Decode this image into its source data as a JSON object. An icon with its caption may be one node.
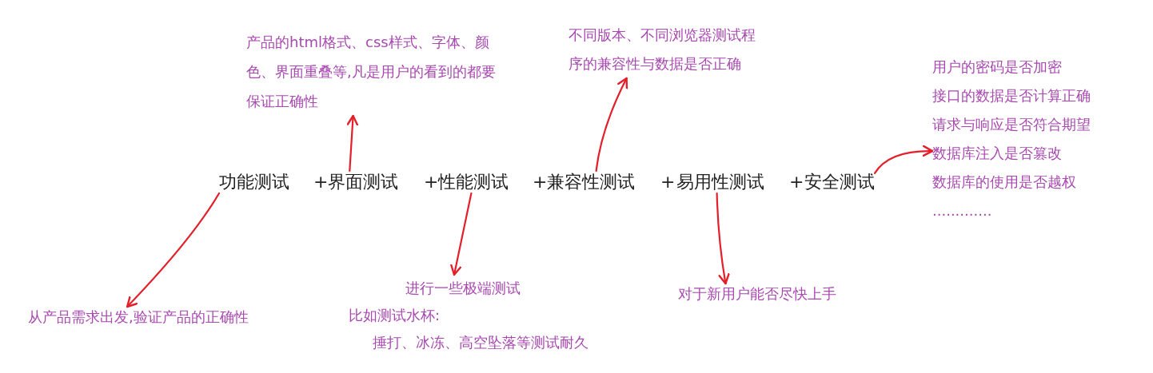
{
  "diagram": {
    "nodes": [
      {
        "text": [
          "功能测试"
        ]
      },
      {
        "text": [
          "界面测试"
        ]
      },
      {
        "text": [
          "性能测试"
        ]
      },
      {
        "text": [
          "兼容性测试"
        ]
      },
      {
        "text": [
          "易用性测试"
        ]
      },
      {
        "text": [
          "安全测试"
        ]
      },
      {
        "text": [
          "从产品需求出发,验证产品的正确性"
        ]
      },
      {
        "text": [
          "产品的html格式、css样式、字体、颜色、界面重叠等,凡是用户的看到的都要保证正确性"
        ]
      },
      {
        "text": [
          "进行一些极端测试",
          "比如测试水杯:",
          "捶打、冰冻、高空坠落等测试耐久"
        ]
      },
      {
        "text": [
          "不同版本、不同浏览器测试程序的兼容性与数据是否正确"
        ]
      },
      {
        "text": [
          "对于新用户能否尽快上手"
        ]
      },
      {
        "text": [
          "用户的密码是否加密",
          "接口的数据是否计算正确",
          "请求与响应是否符合期望",
          "数据库注入是否篡改",
          "数据库的使用是否越权",
          "............."
        ]
      }
    ],
    "edges": [
      {
        "from": 0,
        "to": 6,
        "arrow": "to"
      },
      {
        "from": 1,
        "to": 7,
        "arrow": "to"
      },
      {
        "from": 2,
        "to": 8,
        "arrow": "to"
      },
      {
        "from": 3,
        "to": 9,
        "arrow": "to"
      },
      {
        "from": 4,
        "to": 10,
        "arrow": "to"
      },
      {
        "from": 5,
        "to": 11,
        "arrow": "to"
      }
    ],
    "labels": [
      "+",
      "+",
      "+",
      "+",
      "+"
    ]
  }
}
